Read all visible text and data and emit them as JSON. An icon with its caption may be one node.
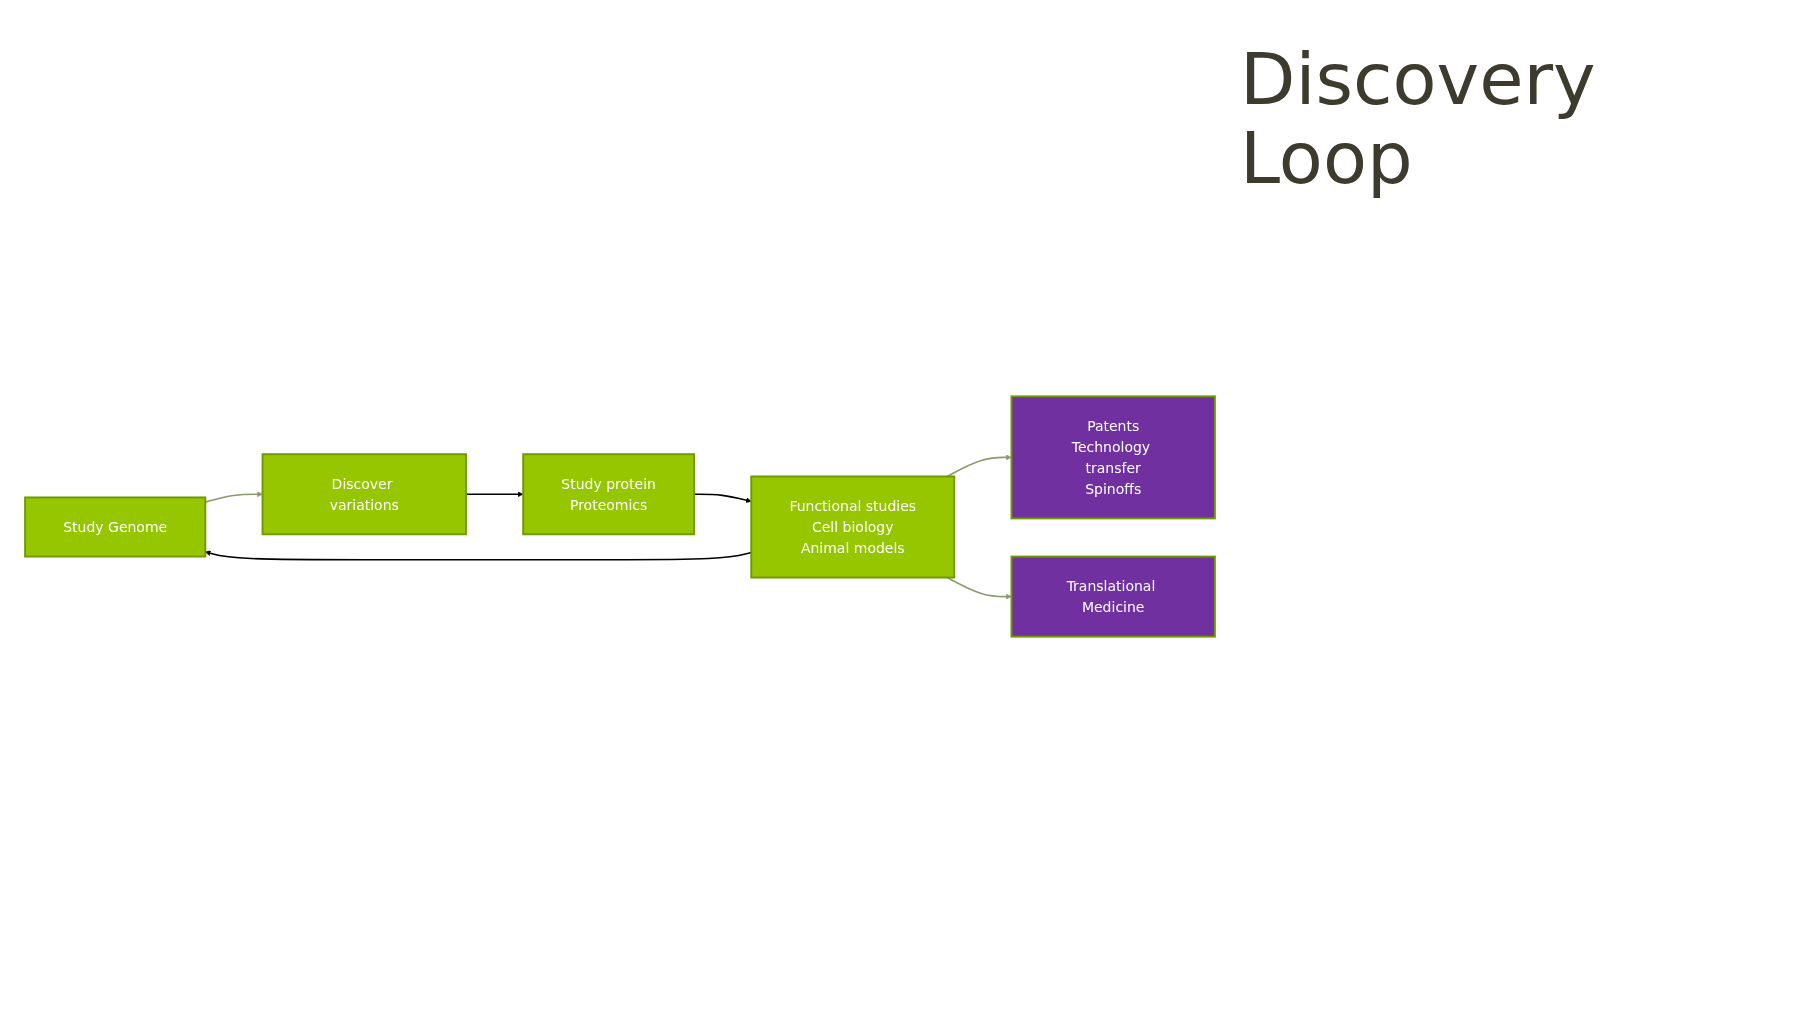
{
  "diagram": {
    "title": "Discovery Loop",
    "nodes": [
      {
        "text": [
          "Patents",
          "Technology transfer",
          "Spinoffs"
        ]
      },
      {
        "text": [
          "Study Genome"
        ]
      },
      {
        "text": [
          "Functional studies",
          "Cell biology",
          "Animal models"
        ]
      },
      {
        "text": [
          "Discover variations"
        ]
      },
      {
        "text": [
          "Translational Medicine"
        ]
      },
      {
        "text": [
          "Study protein",
          "Proteomics"
        ]
      }
    ],
    "edges": [
      {
        "from": 2,
        "to": 1,
        "arrow": "to",
        "color": "#000000"
      },
      {
        "from": 1,
        "to": 3,
        "arrow": "to",
        "color": "#8c9a6e"
      },
      {
        "from": 3,
        "to": 5,
        "arrow": "to",
        "color": "#000000"
      },
      {
        "from": 5,
        "to": 2,
        "arrow": "to",
        "color": "#000000"
      },
      {
        "from": 2,
        "to": 0,
        "arrow": "to",
        "color": "#8c9a6e"
      },
      {
        "from": 2,
        "to": 4,
        "arrow": "to",
        "color": "#8c9a6e"
      }
    ]
  }
}
